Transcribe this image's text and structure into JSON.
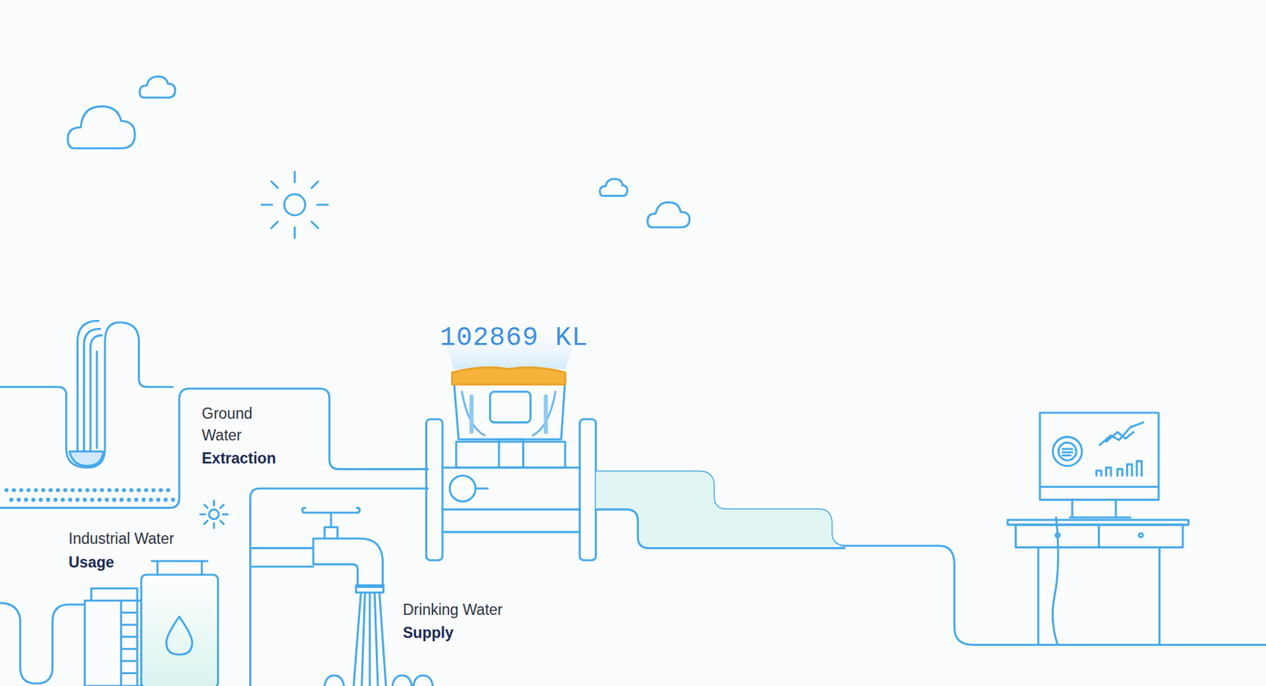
{
  "diagram": {
    "labels": [
      "102869 KL",
      "Ground Water",
      "Extraction",
      "Industrial Water",
      "Usage",
      "Drinking Water",
      "Supply"
    ]
  }
}
